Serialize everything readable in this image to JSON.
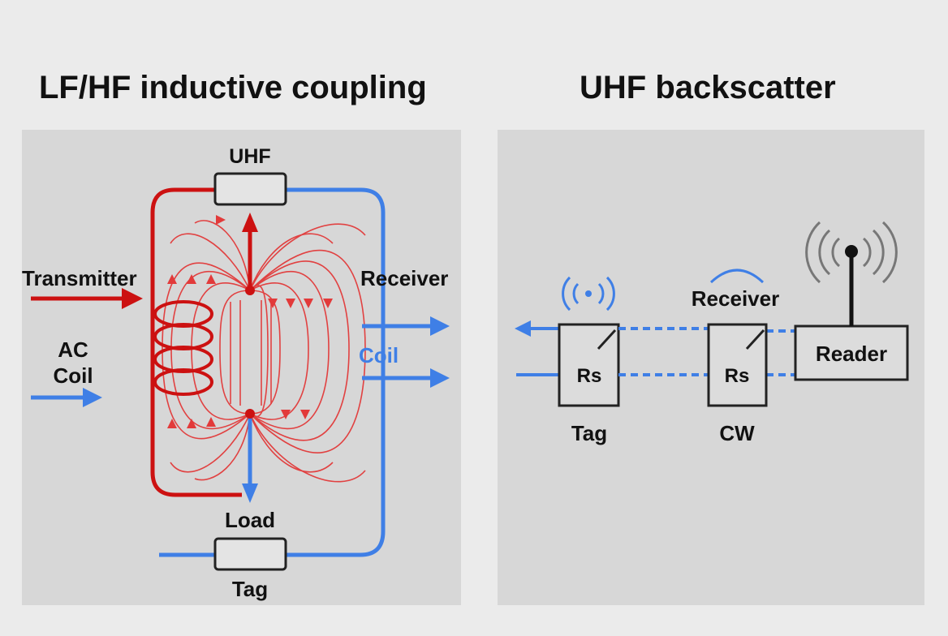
{
  "titles": {
    "left": "LF/HF inductive coupling",
    "right": "UHF backscatter"
  },
  "left_diagram": {
    "top_component_label": "UHF",
    "transmitter_label": "Transmitter",
    "ac_label": "AC",
    "coil_label_left": "Coil",
    "receiver_label": "Receiver",
    "coil_label_right": "Coil",
    "load_label": "Load",
    "tag_label": "Tag"
  },
  "right_diagram": {
    "tag_box_text": "Rs",
    "tag_label": "Tag",
    "middle_box_text": "Rs",
    "middle_top_label": "Receiver",
    "middle_bottom_label": "CW",
    "reader_label": "Reader"
  },
  "colors": {
    "red": "#cc1111",
    "field_red": "#e23a3a",
    "blue": "#3f7fe6",
    "panel": "#d7d7d7",
    "background": "#ebebeb"
  }
}
